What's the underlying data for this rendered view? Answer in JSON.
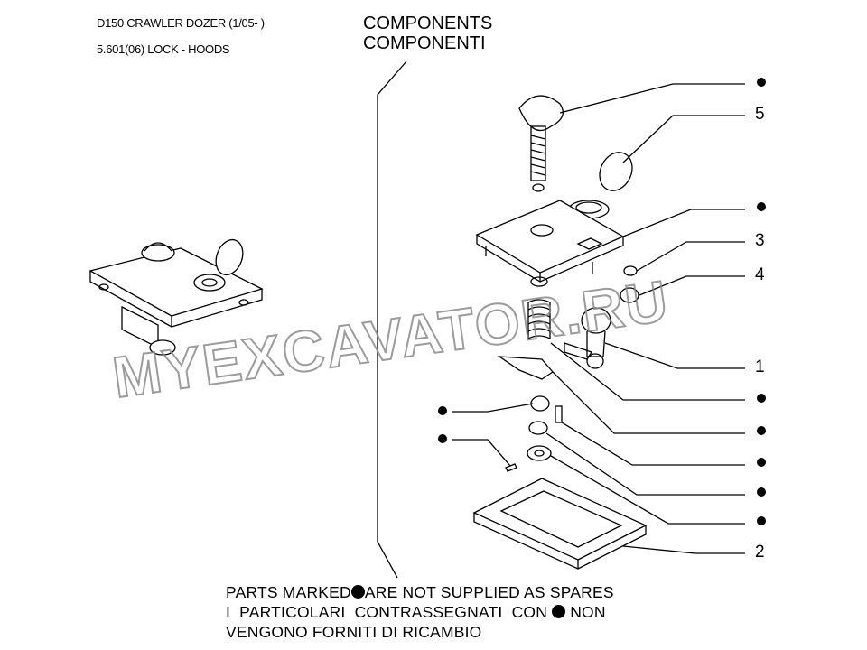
{
  "header": {
    "model": "D150 CRAWLER DOZER (1/05- )",
    "group": "5.601(06) LOCK - HOODS"
  },
  "title": {
    "en": "COMPONENTS",
    "it": "COMPONENTI"
  },
  "callouts": {
    "right": [
      "●",
      "5",
      "●",
      "3",
      "4",
      "1",
      "●",
      "●",
      "●",
      "●",
      "●",
      "2"
    ],
    "left": [
      "●",
      "●"
    ]
  },
  "notes": {
    "line1_a": "PARTS MARKED",
    "line1_b": "ARE NOT SUPPLIED AS SPARES",
    "line2_a": "I  PARTICOLARI  CONTRASSEGNATI  CON",
    "line2_b": "NON",
    "line3": "VENGONO FORNITI DI RICAMBIO"
  },
  "watermark": "MYEXCAVATOR.RU"
}
